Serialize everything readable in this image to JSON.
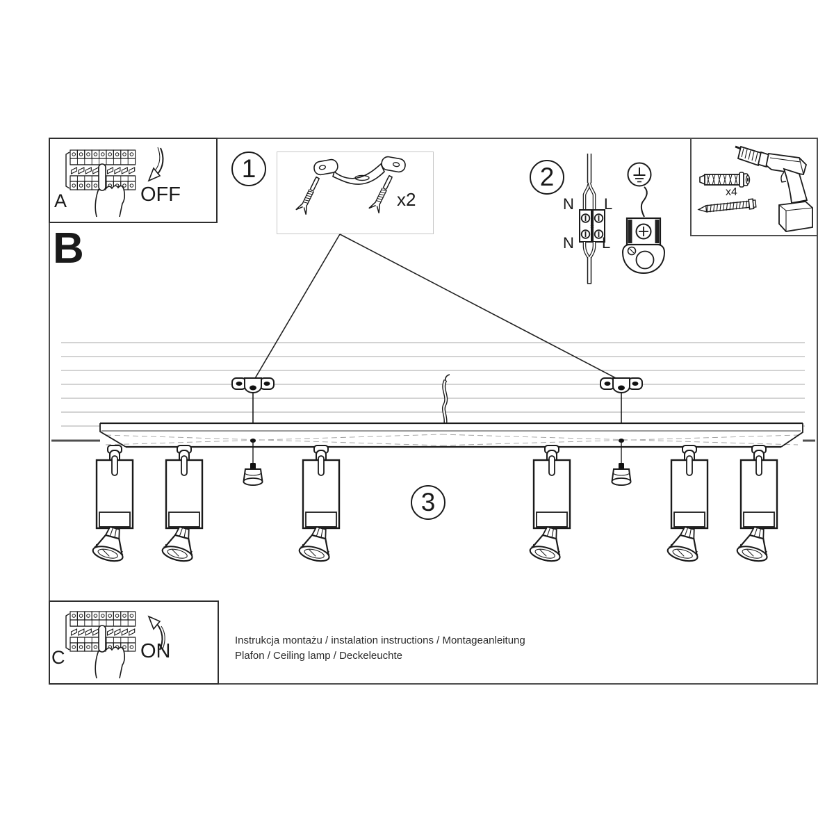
{
  "document": {
    "type": "installation-instruction-sheet",
    "footer": {
      "line1": "Instrukcja montażu / instalation instructions / Montageanleitung",
      "line2": "Plafon / Ceiling lamp / Deckeleuchte"
    }
  },
  "sections": {
    "power_off": {
      "label": "A",
      "action": "OFF"
    },
    "assembly": {
      "label": "B"
    },
    "power_on": {
      "label": "C",
      "action": "ON"
    }
  },
  "steps": {
    "step1": {
      "number": "1",
      "quantity": "x2"
    },
    "step2": {
      "number": "2",
      "terminal_labels": {
        "n_top": "N",
        "l_top": "L",
        "n_bottom": "N",
        "l_bottom": "L"
      }
    },
    "step3": {
      "number": "3"
    }
  },
  "tools": {
    "anchor_quantity": "x4"
  },
  "lamp": {
    "spotlight_count": 6,
    "ceiling_bracket_count": 2
  },
  "colors": {
    "ink": "#1a1a1a",
    "frame": "#4d4d4d",
    "ceiling_hatch": "#b9b9b9",
    "step_box_border": "#c6c6c6",
    "background": "#ffffff"
  },
  "icons": [
    "circuit-breaker-panel-icon",
    "pressing-hand-icon",
    "curved-arrow-down-icon",
    "curved-arrow-up-icon",
    "mounting-strap-icon",
    "expansion-screw-icon",
    "power-cable-icon",
    "terminal-block-icon",
    "earth-symbol-icon",
    "earth-clamp-icon",
    "drill-icon",
    "wall-plug-icon",
    "screw-icon",
    "ceiling-hatch-icon",
    "mounting-bracket-icon",
    "light-rail-icon",
    "spotlight-icon",
    "cover-cap-icon"
  ]
}
